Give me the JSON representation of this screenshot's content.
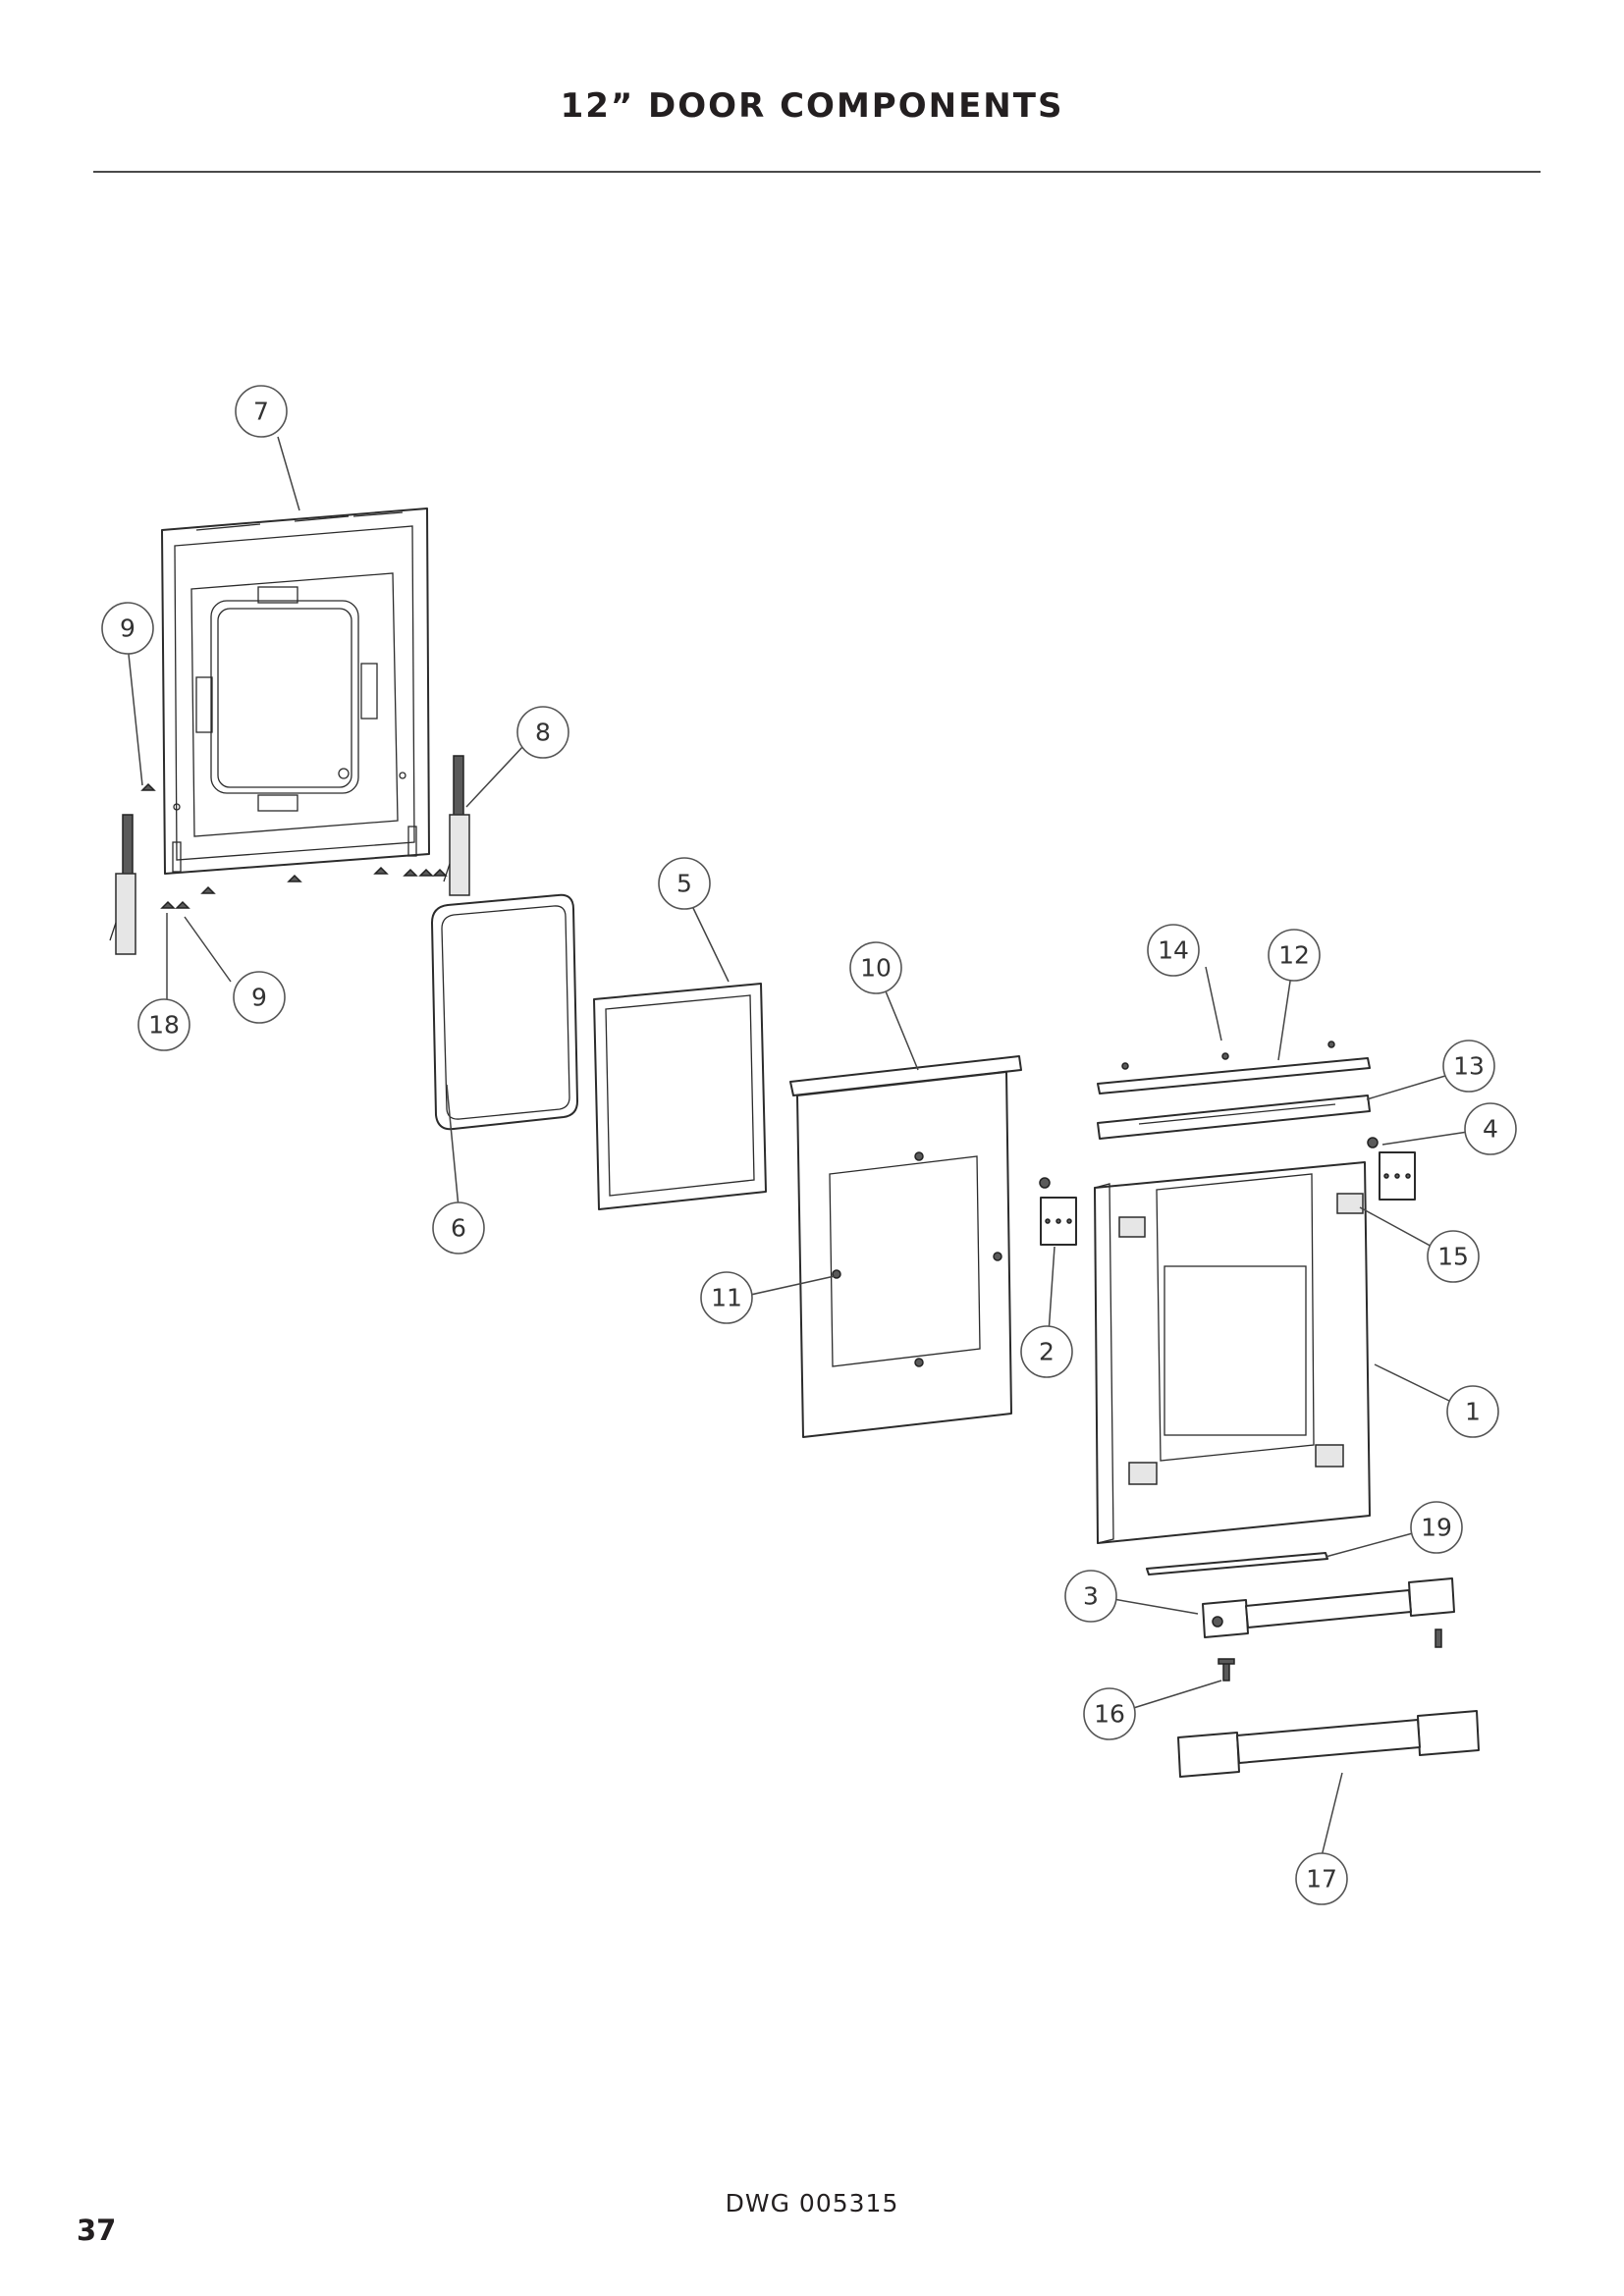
{
  "page": {
    "title": "12” DOOR COMPONENTS",
    "drawing_number": "DWG 005315",
    "page_number": "37"
  },
  "callouts": [
    "7",
    "9",
    "8",
    "18",
    "9",
    "6",
    "5",
    "10",
    "11",
    "2",
    "14",
    "12",
    "13",
    "4",
    "15",
    "1",
    "19",
    "3",
    "16",
    "17"
  ],
  "colors": {
    "text": "#231f20",
    "line": "#2b2b2b",
    "rule": "#4a4a4a"
  }
}
